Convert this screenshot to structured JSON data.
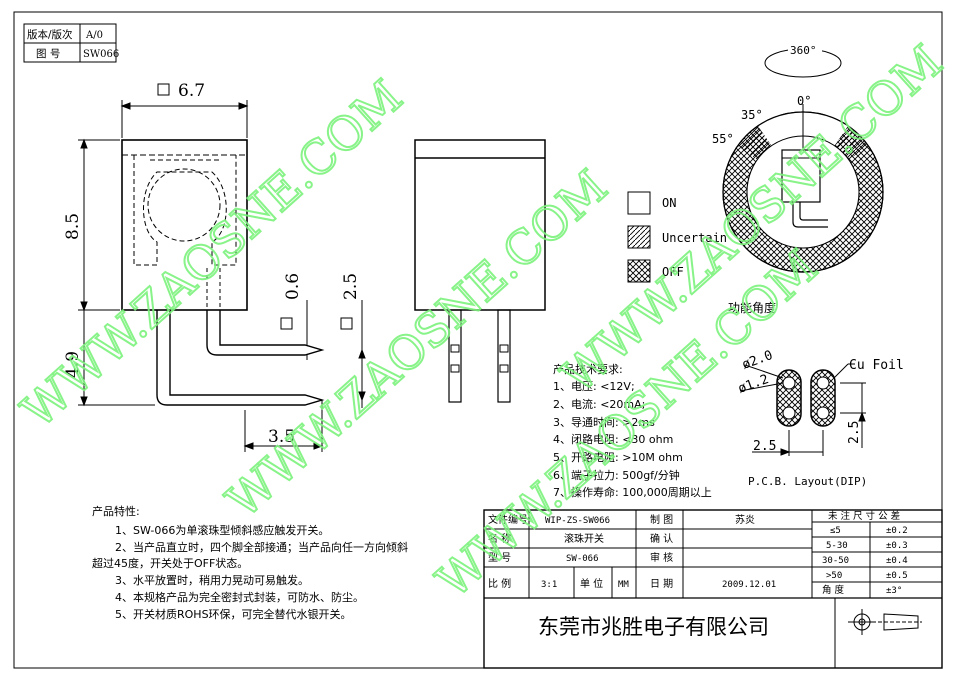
{
  "title_block_top": {
    "version_label": "版本/版次",
    "version_value": "A/0",
    "drawing_label": "图  号",
    "drawing_value": "SW066"
  },
  "dimensions": {
    "width_top": "6.7",
    "height_body": "8.5",
    "lead_length": "4.9",
    "pin_size_a": "0.6",
    "pin_size_b": "2.5",
    "pin_spacing": "3.5"
  },
  "rotation": {
    "full": "360°",
    "zero": "0°",
    "a35": "35°",
    "a55": "55°",
    "caption": "功能角度"
  },
  "legend": {
    "on": "ON",
    "uncertain": "Uncertain",
    "off": "OFF"
  },
  "pcb": {
    "d2": "ø2.0",
    "d1": "ø1.2",
    "foil": "Cu Foil",
    "dim_w": "2.5",
    "dim_h": "2.5",
    "caption": "P.C.B. Layout(DIP)"
  },
  "tech_specs": {
    "title": "产品技术要求:",
    "lines": [
      "1、电压: <12V;",
      "2、电流: <20mA;",
      "3、导通时间: >2ms",
      "4、闭路电阻: <30 ohm",
      "5、开路电阻: >10M ohm",
      "6、端子拉力: 500gf/分钟",
      "7、操作寿命: 100,000周期以上"
    ]
  },
  "features": {
    "title": "产品特性:",
    "lines": [
      "1、SW-066为单滚珠型倾斜感应触发开关。",
      "2、当产品直立时，四个脚全部接通；当产品向任一方向倾斜",
      "超过45度，开关处于OFF状态。",
      "3、水平放置时，稍用力晃动可易触发。",
      "4、本规格产品为完全密封式封装，可防水、防尘。",
      "5、开关材质ROHS环保，可完全替代水银开关。"
    ]
  },
  "title_block": {
    "file_no_label": "文件编号",
    "file_no": "WIP-ZS-SW066",
    "name_label": "名    称",
    "name": "滚珠开关",
    "model_label": "型    号",
    "model": "SW-066",
    "scale_label": "比    例",
    "scale": "3:1",
    "unit_label": "单  位",
    "unit": "MM",
    "draw_label": "制    图",
    "drawer": "苏炎",
    "confirm_label": "确    认",
    "check_label": "审    核",
    "date_label": "日    期",
    "date": "2009.12.01",
    "company": "东莞市兆胜电子有限公司"
  },
  "tolerance": {
    "header": "未 注 尺 寸 公 差",
    "rows": [
      {
        "range": "≤5",
        "tol": "±0.2"
      },
      {
        "range": "5-30",
        "tol": "±0.3"
      },
      {
        "range": "30-50",
        "tol": "±0.4"
      },
      {
        "range": ">50",
        "tol": "±0.5"
      },
      {
        "range": "角  度",
        "tol": "±3°"
      }
    ]
  },
  "watermark": "WWW.ZAOSNE.COM"
}
